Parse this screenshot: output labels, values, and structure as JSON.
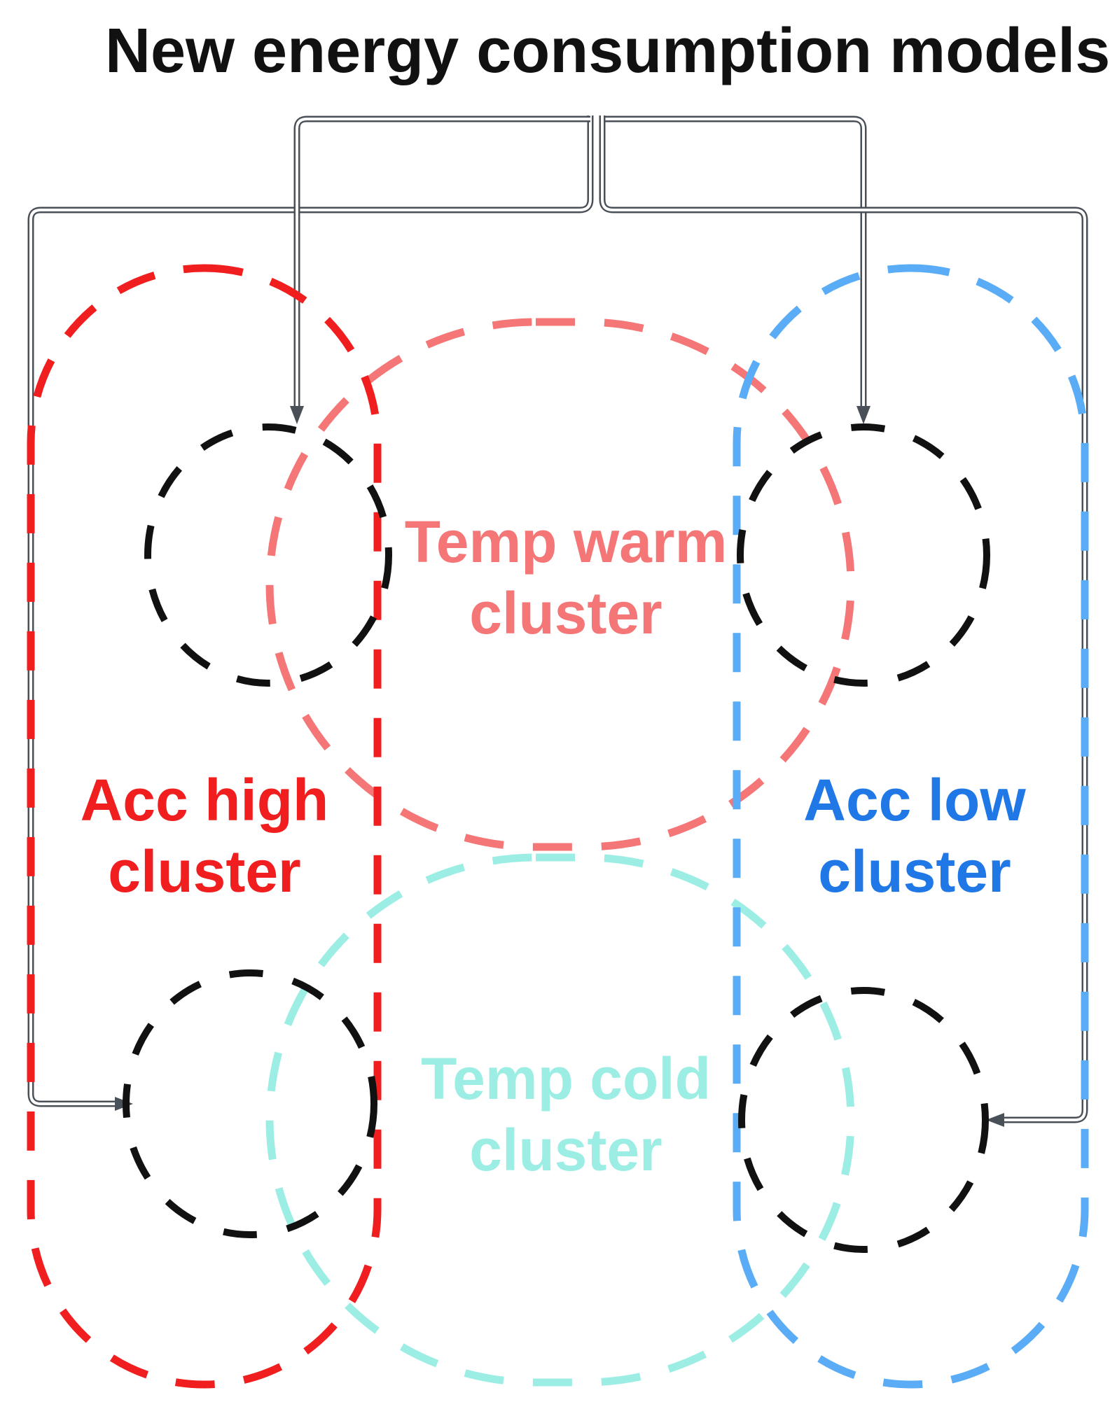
{
  "title": "New energy consumption models",
  "clusters": {
    "acc_high": {
      "label_line1": "Acc high",
      "label_line2": "cluster",
      "color": "#f01e1e"
    },
    "acc_low": {
      "label_line1": "Acc low",
      "label_line2": "cluster",
      "color": "#1f78e6"
    },
    "temp_warm": {
      "label_line1": "Temp warm",
      "label_line2": "cluster",
      "color": "#f47676"
    },
    "temp_cold": {
      "label_line1": "Temp cold",
      "label_line2": "cluster",
      "color": "#9ceee4"
    }
  },
  "colors": {
    "acc_low_border": "#59acf5",
    "model_circle": "#111111",
    "connector": "#4a5058"
  }
}
